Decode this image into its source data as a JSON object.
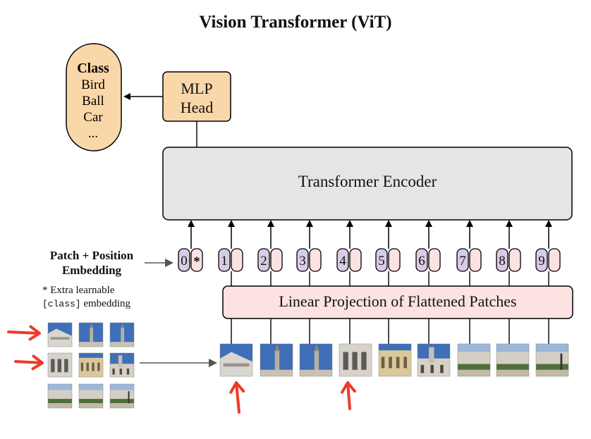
{
  "title": "Vision Transformer (ViT)",
  "class_box": {
    "title": "Class",
    "items": [
      "Bird",
      "Ball",
      "Car",
      "..."
    ]
  },
  "mlp_head": {
    "line1": "MLP",
    "line2": "Head"
  },
  "encoder": {
    "label": "Transformer Encoder"
  },
  "projection": {
    "label": "Linear Projection of Flattened Patches"
  },
  "embedding_label": {
    "line1": "Patch + Position",
    "line2": "Embedding"
  },
  "note": {
    "prefix": "* Extra learnable",
    "code": "[class]",
    "suffix": "embedding"
  },
  "tokens": [
    {
      "position": "0",
      "patch": "*"
    },
    {
      "position": "1",
      "patch": ""
    },
    {
      "position": "2",
      "patch": ""
    },
    {
      "position": "3",
      "patch": ""
    },
    {
      "position": "4",
      "patch": ""
    },
    {
      "position": "5",
      "patch": ""
    },
    {
      "position": "6",
      "patch": ""
    },
    {
      "position": "7",
      "patch": ""
    },
    {
      "position": "8",
      "patch": ""
    },
    {
      "position": "9",
      "patch": ""
    }
  ],
  "patch_images": [
    {
      "name": "roof-left",
      "kind": "roof-left"
    },
    {
      "name": "tower-sky",
      "kind": "tower"
    },
    {
      "name": "tower-sky-2",
      "kind": "tower2"
    },
    {
      "name": "facade-white",
      "kind": "facade"
    },
    {
      "name": "facade-yellow",
      "kind": "facade-yellow"
    },
    {
      "name": "facade-tower",
      "kind": "facade-tower"
    },
    {
      "name": "garden-left",
      "kind": "garden"
    },
    {
      "name": "garden-mid",
      "kind": "garden"
    },
    {
      "name": "garden-right",
      "kind": "garden2"
    }
  ],
  "grid_patches_rows": 3,
  "highlight_arrows": {
    "left_rows": [
      1,
      2
    ],
    "below_tokens": [
      1,
      4
    ]
  },
  "colors": {
    "class_box": "#fad7a8",
    "mlp_head": "#fad7a8",
    "encoder": "#e5e5e5",
    "projection": "#fde2e2",
    "position_embed": "#d9cbe6",
    "patch_embed": "#fde2e2",
    "highlight_arrow": "#ee3a2a",
    "connector": "#000000",
    "connector_gray": "#555555"
  }
}
